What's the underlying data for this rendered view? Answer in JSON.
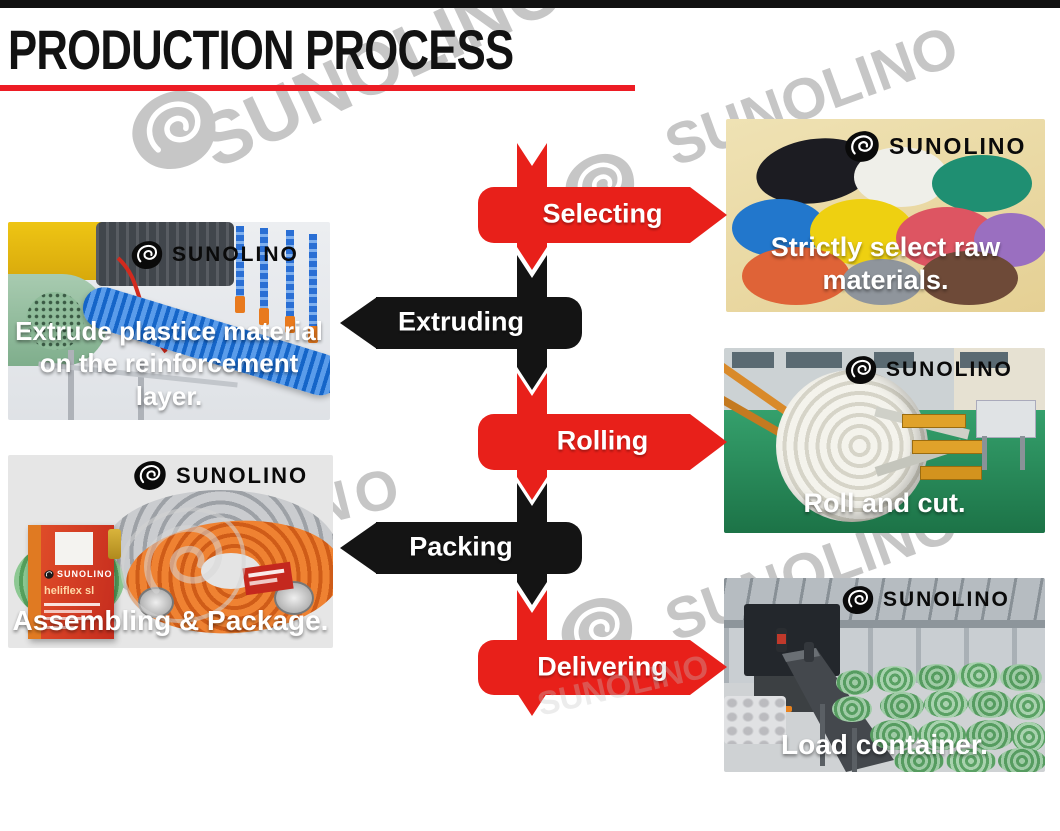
{
  "title": "PRODUCTION PROCESS",
  "brand": {
    "name": "SUNOLINO"
  },
  "steps": [
    {
      "label": "Selecting",
      "caption_lines": [
        "Strictly select raw materials."
      ]
    },
    {
      "label": "Extruding",
      "caption_lines": [
        "Extrude plastice material",
        "on the reinforcement layer."
      ]
    },
    {
      "label": "Rolling",
      "caption_lines": [
        "Roll and cut."
      ]
    },
    {
      "label": "Packing",
      "caption_lines": [
        "Assembling & Package."
      ]
    },
    {
      "label": "Delivering",
      "caption_lines": [
        "Load container."
      ]
    }
  ],
  "packaging_box": {
    "brand": "SUNOLINO",
    "product_line": "heliflex sl"
  },
  "colors": {
    "accent_red": "#e8201a",
    "banner_black": "#141414",
    "watermark_gray": "#c6c6c6",
    "underline_red": "#ed1c24"
  }
}
